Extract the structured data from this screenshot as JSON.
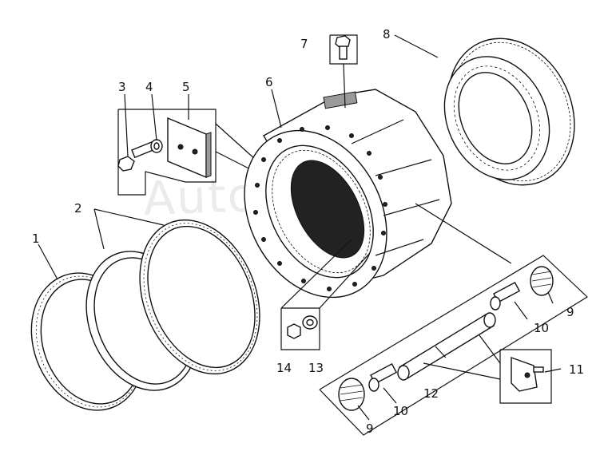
{
  "watermark": "AutoSoft.ru",
  "callouts": {
    "c1": "1",
    "c2": "2",
    "c3": "3",
    "c4": "4",
    "c5": "5",
    "c6": "6",
    "c7": "7",
    "c8": "8",
    "c9a": "9",
    "c9b": "9",
    "c10a": "10",
    "c10b": "10",
    "c11": "11",
    "c12": "12",
    "c13": "13",
    "c14": "14"
  }
}
